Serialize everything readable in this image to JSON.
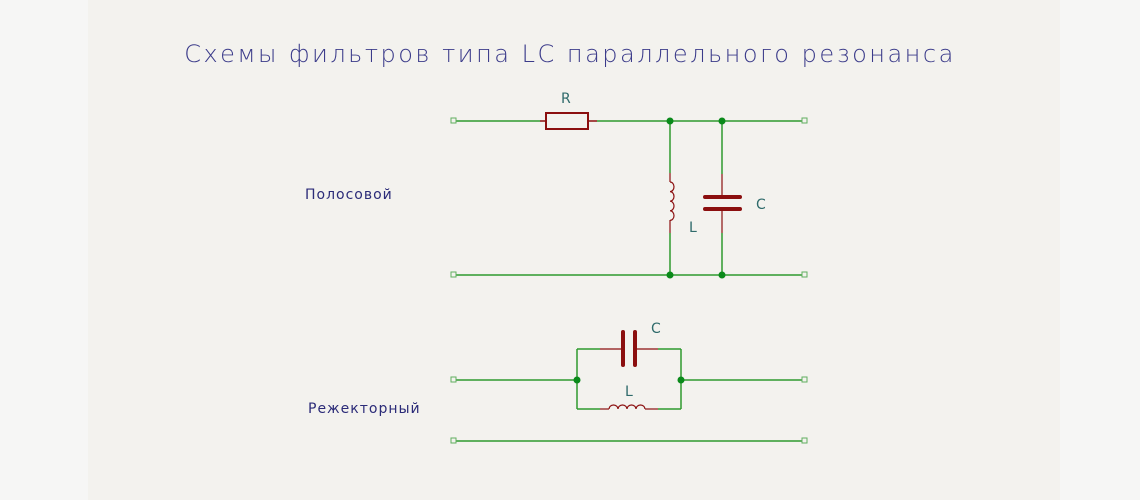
{
  "title": "Схемы фильтров типа LC параллельного резонанса",
  "colors": {
    "wire": "#2e9a2e",
    "junction": "#0a8a1a",
    "component": "#8b0f0f",
    "reference_text": "#2f6b6b",
    "label_text": "#2b2b78"
  },
  "circuits": [
    {
      "label": "Полосовой",
      "components": [
        {
          "ref": "R",
          "type": "resistor"
        },
        {
          "ref": "L",
          "type": "inductor"
        },
        {
          "ref": "C",
          "type": "capacitor"
        }
      ]
    },
    {
      "label": "Режекторный",
      "components": [
        {
          "ref": "C",
          "type": "capacitor"
        },
        {
          "ref": "L",
          "type": "inductor"
        }
      ]
    }
  ]
}
